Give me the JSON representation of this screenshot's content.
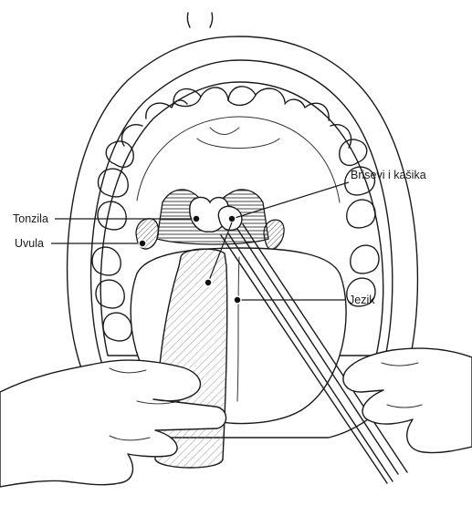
{
  "labels": {
    "swab": "Brisevi i kašika",
    "tonsil": "Tonzila",
    "uvula": "Uvula",
    "tongue": "Jezik"
  }
}
